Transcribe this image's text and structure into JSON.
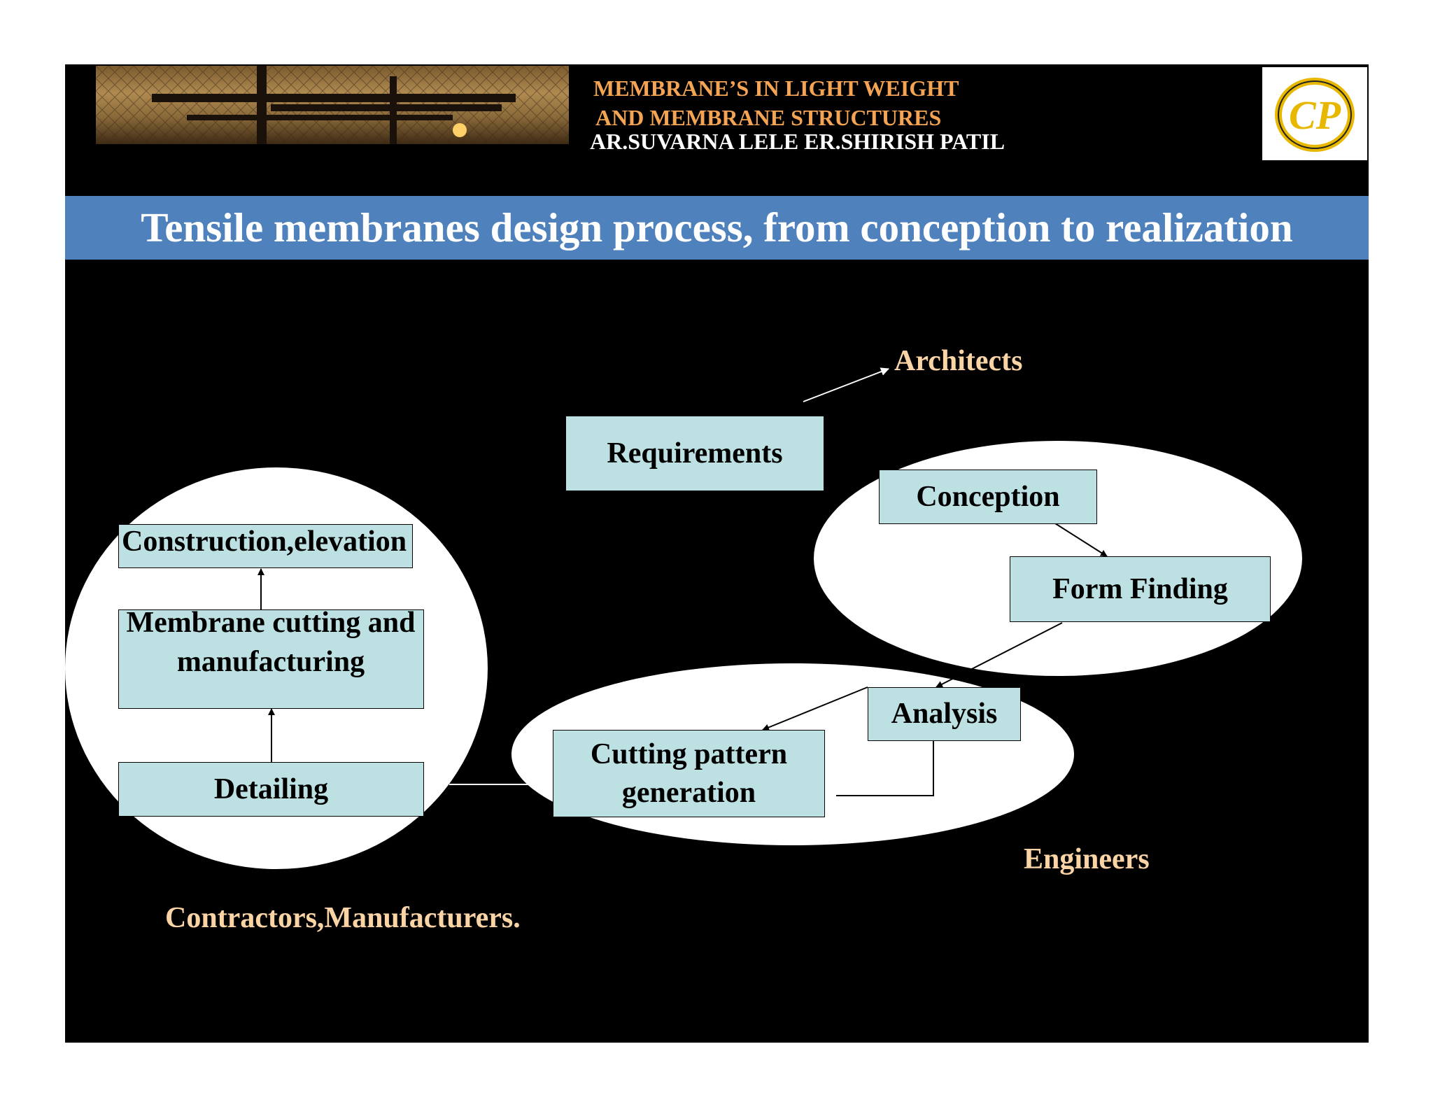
{
  "header": {
    "line1": "MEMBRANE’S IN LIGHT WEIGHT",
    "line2": "AND MEMBRANE STRUCTURES",
    "authors": "AR.SUVARNA LELE    ER.SHIRISH PATIL",
    "logo_text": "CP"
  },
  "title": "Tensile membranes design process, from conception to realization",
  "nodes": {
    "requirements": "Requirements",
    "conception": "Conception",
    "form_finding": "Form Finding",
    "analysis": "Analysis",
    "cutting_pattern_line1": "Cutting pattern",
    "cutting_pattern_line2": "generation",
    "detailing": "Detailing",
    "membrane_line1": "Membrane cutting and",
    "membrane_line2": "manufacturing",
    "construction": "Construction,elevation"
  },
  "groups": {
    "architects": "Architects",
    "engineers": "Engineers",
    "contractors": "Contractors,Manufacturers."
  },
  "colors": {
    "slide_bg": "#000000",
    "title_band": "#4f81bd",
    "box_fill": "#bde0e3",
    "header_orange": "#f5a454",
    "group_label": "#fbd4a6"
  }
}
